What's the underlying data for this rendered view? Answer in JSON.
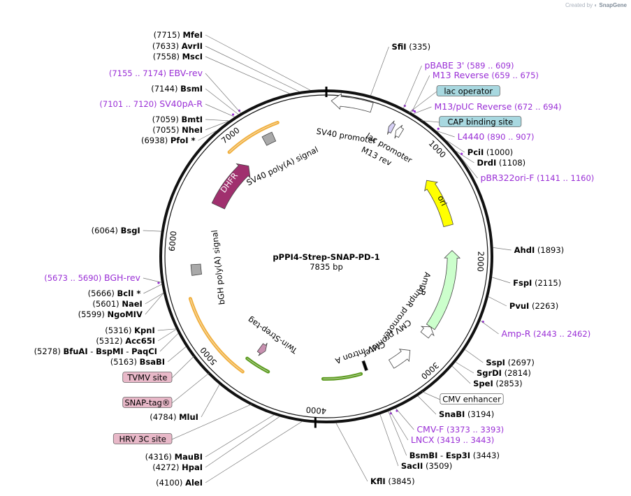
{
  "plasmid": {
    "name": "pPPI4-Strep-SNAP-PD-1",
    "length_label": "7835 bp",
    "length": 7835
  },
  "credit": {
    "prefix": "Created by",
    "brand": "SnapGene"
  },
  "ring": {
    "ticks": [
      {
        "label": "1000",
        "bp": 1000
      },
      {
        "label": "2000",
        "bp": 2000
      },
      {
        "label": "3000",
        "bp": 3000
      },
      {
        "label": "4000",
        "bp": 4000
      },
      {
        "label": "5000",
        "bp": 5000
      },
      {
        "label": "6000",
        "bp": 6000
      },
      {
        "label": "7000",
        "bp": 7000
      }
    ]
  },
  "features": [
    {
      "name": "SV40 promoter",
      "start": 40,
      "end": 370,
      "color": "#ffffff",
      "dir": -1,
      "radius": 0.94,
      "labelR": 0.72
    },
    {
      "name": "M13 rev",
      "start": 559,
      "end": 600,
      "color": "#d6d0f5",
      "dir": -1,
      "radius": 0.87,
      "labelR": 0.66
    },
    {
      "name": "lac promoter",
      "start": 630,
      "end": 680,
      "color": "#ffffff",
      "dir": -1,
      "radius": 0.87,
      "labelR": 0.74
    },
    {
      "name": "ori",
      "start": 1150,
      "end": 1650,
      "color": "#ffff00",
      "dir": -1,
      "radius": 0.76,
      "labelR": 0.76
    },
    {
      "name": "AmpR",
      "start": 1900,
      "end": 2700,
      "color": "#ccffcc",
      "dir": -1,
      "radius": 0.76,
      "labelR": 0.6
    },
    {
      "name": "AmpR promoter",
      "start": 2700,
      "end": 2800,
      "color": "#ffffff",
      "dir": -1,
      "radius": 0.76,
      "labelR": 0.56
    },
    {
      "name": "CMV promoter",
      "start": 3010,
      "end": 3240,
      "color": "#ffffff",
      "dir": -1,
      "radius": 0.76,
      "labelR": 0.6
    },
    {
      "name": "CMV intron A",
      "start": 3480,
      "end": 3510,
      "color": "#000000",
      "dir": 0,
      "radius": 0.7,
      "labelR": 0.6
    },
    {
      "name": "Twin-Strep-tag",
      "start": 4630,
      "end": 4700,
      "color": "#c890b0",
      "dir": -1,
      "radius": 0.68,
      "labelR": 0.56
    },
    {
      "name": "bGH poly(A) signal",
      "start": 5700,
      "end": 5800,
      "color": "#a9a9a9",
      "dir": 0,
      "radius": 0.79,
      "labelR": 0.64
    },
    {
      "name": "SV40 poly(A) signal",
      "start": 7220,
      "end": 7320,
      "color": "#a9a9a9",
      "dir": 0,
      "radius": 0.79,
      "labelR": 0.59
    },
    {
      "name": "DHFR",
      "start": 6420,
      "end": 6950,
      "color": "#a0306e",
      "dir": 1,
      "radius": 0.72,
      "labelR": 0.72
    }
  ],
  "sites": [
    {
      "name": "MfeI",
      "pos": "(7715)",
      "bp": 7715
    },
    {
      "name": "AvrII",
      "pos": "(7633)",
      "bp": 7633
    },
    {
      "name": "MscI",
      "pos": "(7558)",
      "bp": 7558
    },
    {
      "name": "BsmI",
      "pos": "(7144)",
      "bp": 7144
    },
    {
      "name": "BmtI",
      "pos": "(7059)",
      "bp": 7059
    },
    {
      "name": "NheI",
      "pos": "(7055)",
      "bp": 7055
    },
    {
      "name": "PfoI *",
      "pos": "(6938)",
      "bp": 6938
    },
    {
      "name": "BsgI",
      "pos": "(6064)",
      "bp": 6064
    },
    {
      "name": "BclI *",
      "pos": "(5666)",
      "bp": 5666
    },
    {
      "name": "NaeI",
      "pos": "(5601)",
      "bp": 5601
    },
    {
      "name": "NgoMIV",
      "pos": "(5599)",
      "bp": 5599
    },
    {
      "name": "KpnI",
      "pos": "(5316)",
      "bp": 5316
    },
    {
      "name": "Acc65I",
      "pos": "(5312)",
      "bp": 5312
    },
    {
      "name": "BfuAI",
      "pos": "(5278)",
      "bp": 5278,
      "extra": [
        "BspMI",
        "PaqCI"
      ]
    },
    {
      "name": "BsaBI",
      "pos": "(5163)",
      "bp": 5163
    },
    {
      "name": "MluI",
      "pos": "(4784)",
      "bp": 4784
    },
    {
      "name": "MauBI",
      "pos": "(4316)",
      "bp": 4316
    },
    {
      "name": "HpaI",
      "pos": "(4272)",
      "bp": 4272
    },
    {
      "name": "AleI",
      "pos": "(4100)",
      "bp": 4100
    },
    {
      "name": "KflI",
      "pos": "(3845)",
      "bp": 3845
    },
    {
      "name": "SacII",
      "pos": "(3509)",
      "bp": 3509
    },
    {
      "name": "BsmBI",
      "pos": "(3443)",
      "bp": 3443,
      "extra": [
        "Esp3I"
      ]
    },
    {
      "name": "SnaBI",
      "pos": "(3194)",
      "bp": 3194
    },
    {
      "name": "SpeI",
      "pos": "(2853)",
      "bp": 2853
    },
    {
      "name": "SgrDI",
      "pos": "(2814)",
      "bp": 2814
    },
    {
      "name": "SspI",
      "pos": "(2697)",
      "bp": 2697
    },
    {
      "name": "PvuI",
      "pos": "(2263)",
      "bp": 2263
    },
    {
      "name": "FspI",
      "pos": "(2115)",
      "bp": 2115
    },
    {
      "name": "AhdI",
      "pos": "(1893)",
      "bp": 1893
    },
    {
      "name": "DrdI",
      "pos": "(1108)",
      "bp": 1108
    },
    {
      "name": "PciI",
      "pos": "(1000)",
      "bp": 1000
    },
    {
      "name": "SfiI",
      "pos": "(335)",
      "bp": 335
    }
  ],
  "primers": [
    {
      "name": "pBABE 3'",
      "pos": "(589 .. 609)",
      "bp": 599
    },
    {
      "name": "M13 Reverse",
      "pos": "(659 .. 675)",
      "bp": 667
    },
    {
      "name": "M13/pUC Reverse",
      "pos": "(672 .. 694)",
      "bp": 683
    },
    {
      "name": "L4440",
      "pos": "(890 .. 907)",
      "bp": 898
    },
    {
      "name": "pBR322ori-F",
      "pos": "(1141 .. 1160)",
      "bp": 1150
    },
    {
      "name": "Amp-R",
      "pos": "(2443 .. 2462)",
      "bp": 2452
    },
    {
      "name": "CMV-F",
      "pos": "(3373 .. 3393)",
      "bp": 3383
    },
    {
      "name": "LNCX",
      "pos": "(3419 .. 3443)",
      "bp": 3431
    },
    {
      "name": "BGH-rev",
      "pos": "(5673 .. 5690)",
      "bp": 5681
    },
    {
      "name": "SV40pA-R",
      "pos": "(7101 .. 7120)",
      "bp": 7110
    },
    {
      "name": "EBV-rev",
      "pos": "(7155 .. 7174)",
      "bp": 7164
    }
  ],
  "boxed_features": [
    {
      "name": "lac operator",
      "bp": 650,
      "fill": "#a8d8e0"
    },
    {
      "name": "CAP binding site",
      "bp": 760,
      "fill": "#a8d8e0"
    },
    {
      "name": "CMV enhancer",
      "bp": 3150,
      "fill": "#ffffff"
    },
    {
      "name": "HRV 3C site",
      "bp": 4500,
      "fill": "#e8b8c8"
    },
    {
      "name": "SNAP-tag®",
      "bp": 4900,
      "fill": "#e8b8c8"
    },
    {
      "name": "TVMV site",
      "bp": 5070,
      "fill": "#e8b8c8"
    }
  ]
}
